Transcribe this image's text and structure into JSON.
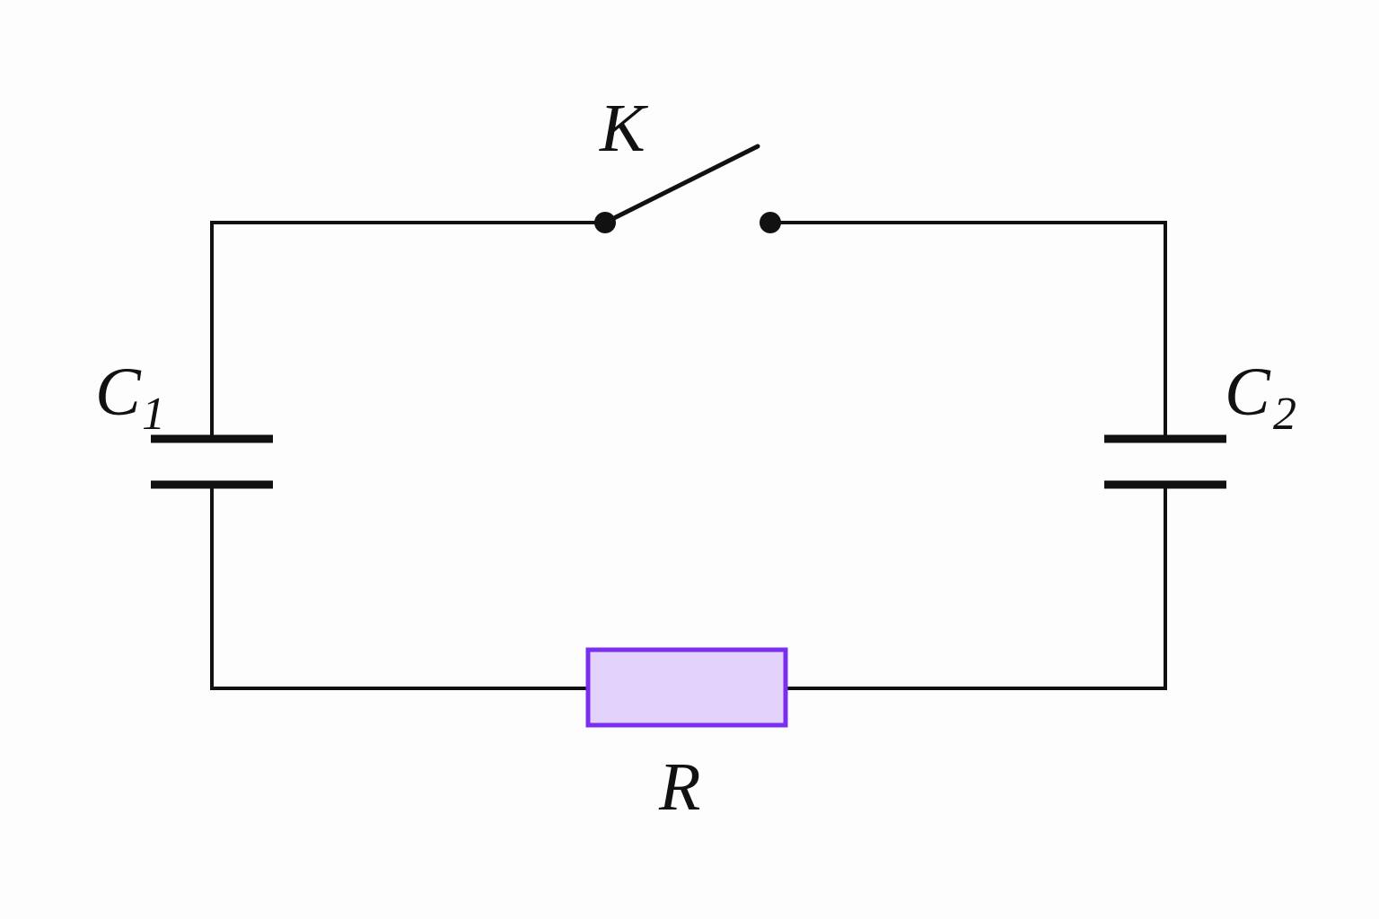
{
  "diagram": {
    "labels": {
      "switch": "K",
      "capacitor_left": "C",
      "capacitor_left_sub": "1",
      "capacitor_right": "C",
      "capacitor_right_sub": "2",
      "resistor": "R"
    },
    "colors": {
      "wire": "#111111",
      "resistor_fill": "#e3d3fb",
      "resistor_border": "#7a2ff0"
    },
    "switch_state": "open"
  }
}
